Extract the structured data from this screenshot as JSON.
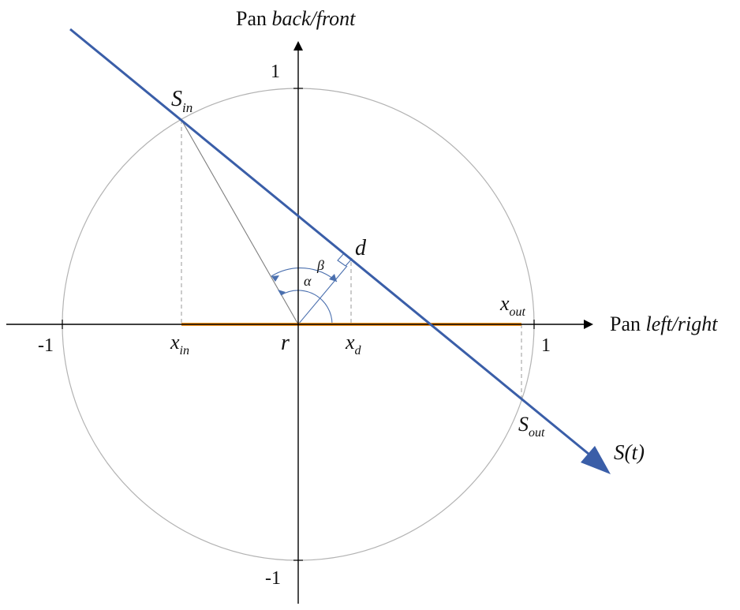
{
  "axes": {
    "y_title_prefix": "Pan ",
    "y_title_italic": "back/front",
    "x_title_prefix": "Pan ",
    "x_title_italic": "left/right",
    "ticks": {
      "y_top": "1",
      "y_bottom": "-1",
      "x_left": "-1",
      "x_right": "1"
    }
  },
  "labels": {
    "s_in": {
      "main": "S",
      "sub": "in"
    },
    "s_out": {
      "main": "S",
      "sub": "out"
    },
    "x_in": {
      "main": "x",
      "sub": "in"
    },
    "x_out": {
      "main": "x",
      "sub": "out"
    },
    "x_d": {
      "main": "x",
      "sub": "d"
    },
    "d": "d",
    "r": "r",
    "alpha": "α",
    "beta": "β",
    "trajectory": "S(t)"
  },
  "colors": {
    "axis": "#000000",
    "circle": "#b3b3b3",
    "trajectory": "#3a5ea8",
    "highlight_segment": "#f7941d",
    "helper_line": "#7f7f7f",
    "dashed": "#9a9a9a"
  }
}
